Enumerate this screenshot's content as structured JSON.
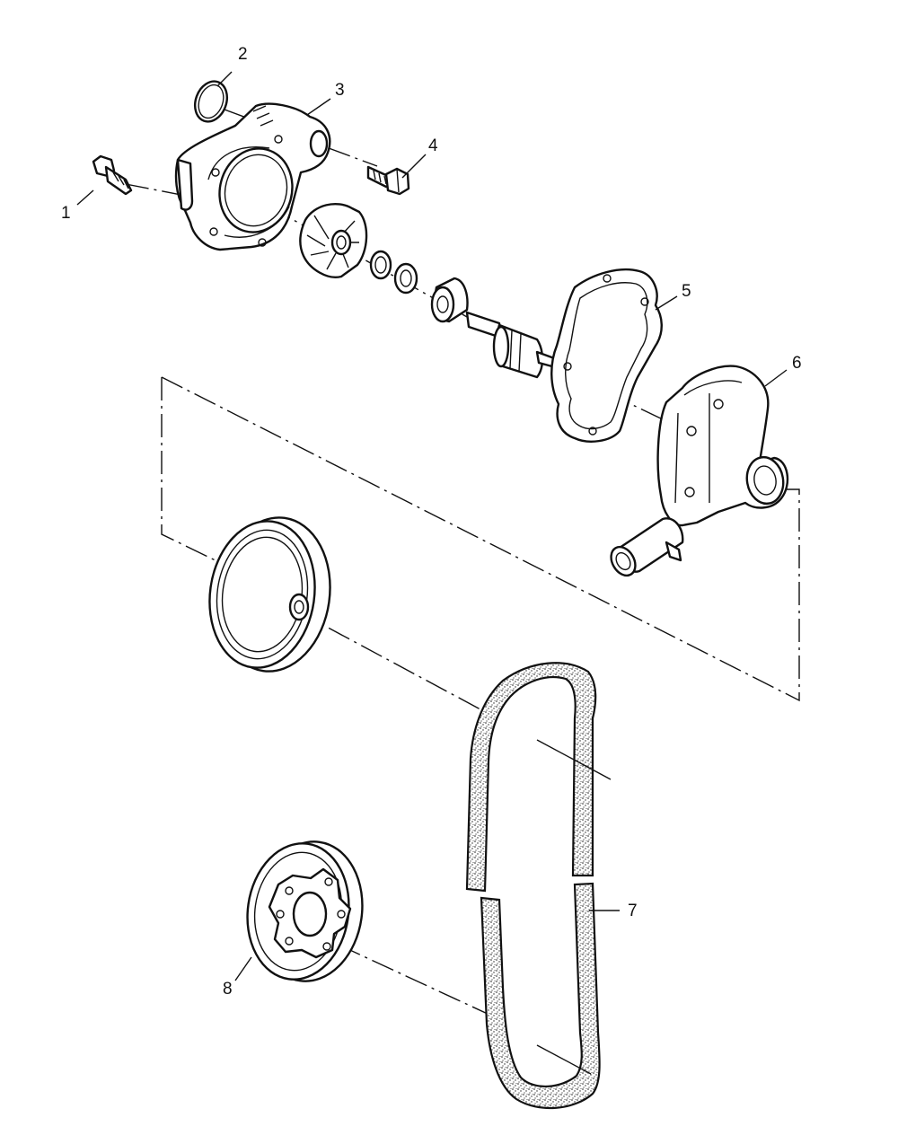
{
  "callouts": [
    {
      "id": "1",
      "label": "1"
    },
    {
      "id": "2",
      "label": "2"
    },
    {
      "id": "3",
      "label": "3"
    },
    {
      "id": "4",
      "label": "4"
    },
    {
      "id": "5",
      "label": "5"
    },
    {
      "id": "6",
      "label": "6"
    },
    {
      "id": "7",
      "label": "7"
    },
    {
      "id": "8",
      "label": "8"
    }
  ],
  "colors": {
    "line": "#111111",
    "background": "#ffffff",
    "belt_fill": "#d8d8d8"
  }
}
